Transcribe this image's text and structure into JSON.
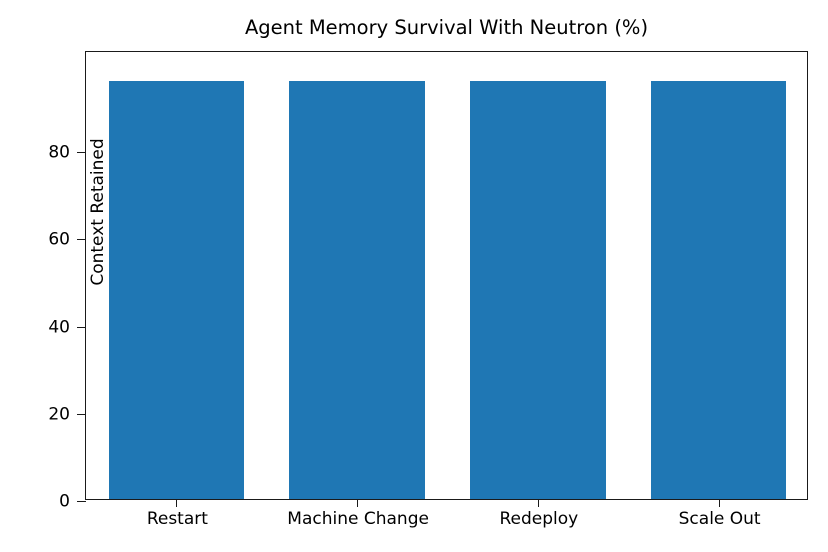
{
  "chart_data": {
    "type": "bar",
    "title": "Agent Memory Survival With Neutron (%)",
    "xlabel": "",
    "ylabel": "Context Retained",
    "categories": [
      "Restart",
      "Machine Change",
      "Redeploy",
      "Scale Out"
    ],
    "values": [
      96,
      96,
      96,
      96
    ],
    "ylim": [
      0,
      103
    ],
    "yticks": [
      0,
      20,
      40,
      60,
      80
    ],
    "ytick_labels": [
      "0",
      "20",
      "40",
      "60",
      "80"
    ],
    "grid": false,
    "legend": null,
    "series": [
      {
        "name": "Context Retained",
        "values": [
          96,
          96,
          96,
          96
        ],
        "color": "#1f77b4"
      }
    ],
    "bar_color": "#1f77b4",
    "bar_width_fraction": 0.75
  },
  "figure": {
    "background": "#ffffff",
    "axes_edge_color": "#1a1a1a"
  }
}
